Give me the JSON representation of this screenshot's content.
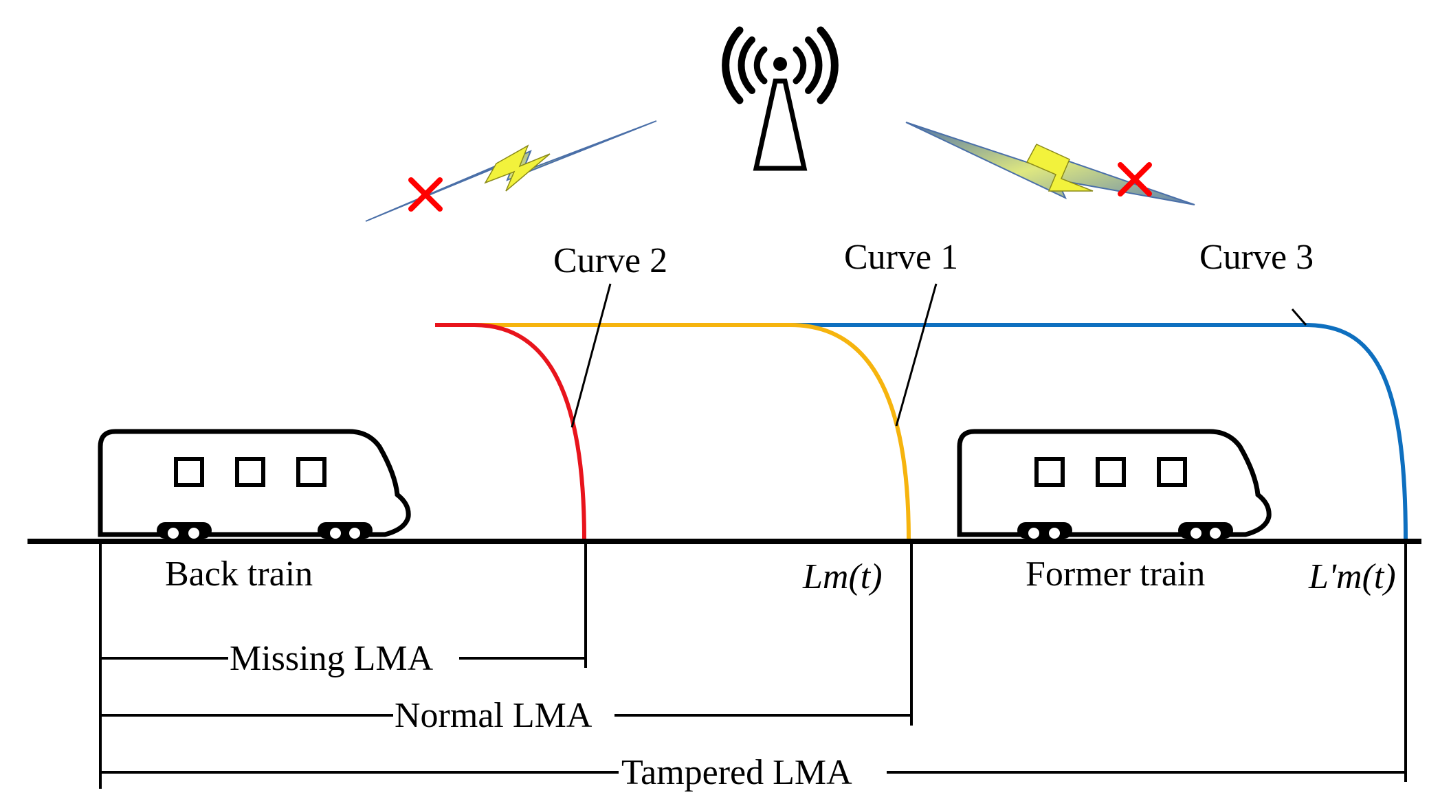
{
  "diagram": {
    "curves": [
      {
        "label": "Curve 2",
        "color": "#e8141c"
      },
      {
        "label": "Curve 1",
        "color": "#f6b40e"
      },
      {
        "label": "Curve 3",
        "color": "#0e6fbf"
      }
    ],
    "trains": {
      "back_label": "Back train",
      "former_label": "Former train"
    },
    "positions": {
      "lm_label": "Lm(t)",
      "lm_prime_label": "L'm(t)"
    },
    "lma": {
      "missing_label": "Missing LMA",
      "normal_label": "Normal LMA",
      "tampered_label": "Tampered LMA"
    },
    "icons": {
      "antenna": "radio-tower-icon",
      "signal": "lightning-signal-icon",
      "blocked": "red-cross-icon"
    },
    "colors": {
      "line": "#000000",
      "signal_fill": "#f2f23c",
      "cross": "#ff0000"
    }
  }
}
